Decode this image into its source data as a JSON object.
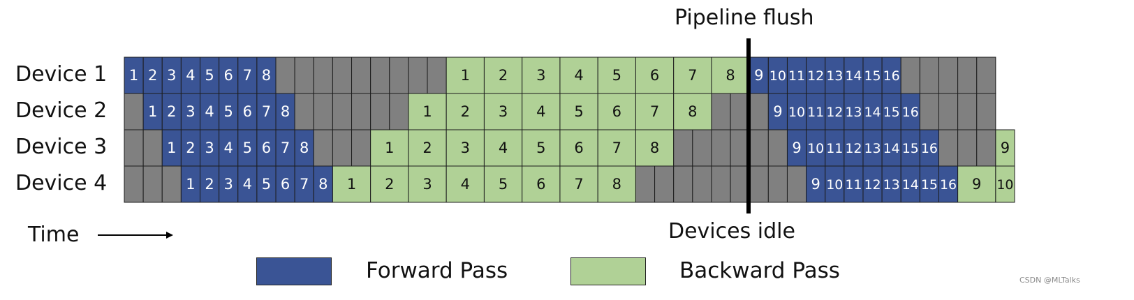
{
  "annotations": {
    "pipeline_flush": "Pipeline flush",
    "devices_idle": "Devices idle",
    "time": "Time"
  },
  "legend": {
    "forward": "Forward Pass",
    "backward": "Backward Pass"
  },
  "watermark": "CSDN @MLTalks",
  "colors": {
    "forward": "#3a5495",
    "backward": "#b0d196",
    "idle": "#808080",
    "grid_line": "#1c1c1c",
    "flush_line": "#000000"
  },
  "devices": [
    {
      "label": "Device 1",
      "blocks": [
        {
          "t": "F",
          "l": "1"
        },
        {
          "t": "F",
          "l": "2"
        },
        {
          "t": "F",
          "l": "3"
        },
        {
          "t": "F",
          "l": "4"
        },
        {
          "t": "F",
          "l": "5"
        },
        {
          "t": "F",
          "l": "6"
        },
        {
          "t": "F",
          "l": "7"
        },
        {
          "t": "F",
          "l": "8"
        },
        {
          "t": "I",
          "n": 9
        },
        {
          "t": "B",
          "l": "1"
        },
        {
          "t": "B",
          "l": "2"
        },
        {
          "t": "B",
          "l": "3"
        },
        {
          "t": "B",
          "l": "4"
        },
        {
          "t": "B",
          "l": "5"
        },
        {
          "t": "B",
          "l": "6"
        },
        {
          "t": "B",
          "l": "7"
        },
        {
          "t": "B",
          "l": "8"
        },
        {
          "t": "F",
          "l": "9"
        },
        {
          "t": "F",
          "l": "10"
        },
        {
          "t": "F",
          "l": "11"
        },
        {
          "t": "F",
          "l": "12"
        },
        {
          "t": "F",
          "l": "13"
        },
        {
          "t": "F",
          "l": "14"
        },
        {
          "t": "F",
          "l": "15"
        },
        {
          "t": "F",
          "l": "16"
        },
        {
          "t": "I",
          "n": 5
        }
      ]
    },
    {
      "label": "Device 2",
      "blocks": [
        {
          "t": "I",
          "n": 1
        },
        {
          "t": "F",
          "l": "1"
        },
        {
          "t": "F",
          "l": "2"
        },
        {
          "t": "F",
          "l": "3"
        },
        {
          "t": "F",
          "l": "4"
        },
        {
          "t": "F",
          "l": "5"
        },
        {
          "t": "F",
          "l": "6"
        },
        {
          "t": "F",
          "l": "7"
        },
        {
          "t": "F",
          "l": "8"
        },
        {
          "t": "I",
          "n": 6
        },
        {
          "t": "B",
          "l": "1"
        },
        {
          "t": "B",
          "l": "2"
        },
        {
          "t": "B",
          "l": "3"
        },
        {
          "t": "B",
          "l": "4"
        },
        {
          "t": "B",
          "l": "5"
        },
        {
          "t": "B",
          "l": "6"
        },
        {
          "t": "B",
          "l": "7"
        },
        {
          "t": "B",
          "l": "8"
        },
        {
          "t": "I",
          "n": 3
        },
        {
          "t": "F",
          "l": "9"
        },
        {
          "t": "F",
          "l": "10"
        },
        {
          "t": "F",
          "l": "11"
        },
        {
          "t": "F",
          "l": "12"
        },
        {
          "t": "F",
          "l": "13"
        },
        {
          "t": "F",
          "l": "14"
        },
        {
          "t": "F",
          "l": "15"
        },
        {
          "t": "F",
          "l": "16"
        },
        {
          "t": "I",
          "n": 4
        }
      ]
    },
    {
      "label": "Device 3",
      "blocks": [
        {
          "t": "I",
          "n": 2
        },
        {
          "t": "F",
          "l": "1"
        },
        {
          "t": "F",
          "l": "2"
        },
        {
          "t": "F",
          "l": "3"
        },
        {
          "t": "F",
          "l": "4"
        },
        {
          "t": "F",
          "l": "5"
        },
        {
          "t": "F",
          "l": "6"
        },
        {
          "t": "F",
          "l": "7"
        },
        {
          "t": "F",
          "l": "8"
        },
        {
          "t": "I",
          "n": 3
        },
        {
          "t": "B",
          "l": "1"
        },
        {
          "t": "B",
          "l": "2"
        },
        {
          "t": "B",
          "l": "3"
        },
        {
          "t": "B",
          "l": "4"
        },
        {
          "t": "B",
          "l": "5"
        },
        {
          "t": "B",
          "l": "6"
        },
        {
          "t": "B",
          "l": "7"
        },
        {
          "t": "B",
          "l": "8"
        },
        {
          "t": "I",
          "n": 6
        },
        {
          "t": "F",
          "l": "9"
        },
        {
          "t": "F",
          "l": "10"
        },
        {
          "t": "F",
          "l": "11"
        },
        {
          "t": "F",
          "l": "12"
        },
        {
          "t": "F",
          "l": "13"
        },
        {
          "t": "F",
          "l": "14"
        },
        {
          "t": "F",
          "l": "15"
        },
        {
          "t": "F",
          "l": "16"
        },
        {
          "t": "I",
          "n": 3
        },
        {
          "t": "B",
          "l": "9",
          "w": 1
        }
      ]
    },
    {
      "label": "Device 4",
      "blocks": [
        {
          "t": "I",
          "n": 3
        },
        {
          "t": "F",
          "l": "1"
        },
        {
          "t": "F",
          "l": "2"
        },
        {
          "t": "F",
          "l": "3"
        },
        {
          "t": "F",
          "l": "4"
        },
        {
          "t": "F",
          "l": "5"
        },
        {
          "t": "F",
          "l": "6"
        },
        {
          "t": "F",
          "l": "7"
        },
        {
          "t": "F",
          "l": "8"
        },
        {
          "t": "B",
          "l": "1"
        },
        {
          "t": "B",
          "l": "2"
        },
        {
          "t": "B",
          "l": "3"
        },
        {
          "t": "B",
          "l": "4"
        },
        {
          "t": "B",
          "l": "5"
        },
        {
          "t": "B",
          "l": "6"
        },
        {
          "t": "B",
          "l": "7"
        },
        {
          "t": "B",
          "l": "8"
        },
        {
          "t": "I",
          "n": 9
        },
        {
          "t": "F",
          "l": "9"
        },
        {
          "t": "F",
          "l": "10"
        },
        {
          "t": "F",
          "l": "11"
        },
        {
          "t": "F",
          "l": "12"
        },
        {
          "t": "F",
          "l": "13"
        },
        {
          "t": "F",
          "l": "14"
        },
        {
          "t": "F",
          "l": "15"
        },
        {
          "t": "F",
          "l": "16"
        },
        {
          "t": "B",
          "l": "9"
        },
        {
          "t": "B",
          "l": "10",
          "w": 1
        }
      ]
    }
  ]
}
